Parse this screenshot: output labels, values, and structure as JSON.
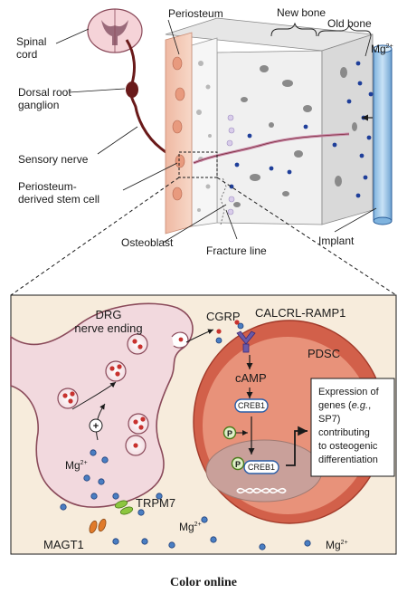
{
  "top_panel": {
    "labels": {
      "spinal_cord_line1": "Spinal",
      "spinal_cord_line2": "cord",
      "periosteum": "Periosteum",
      "new_bone": "New bone",
      "old_bone": "Old bone",
      "mg_ion": "Mg",
      "mg_charge": "2+",
      "drg_line1": "Dorsal root",
      "drg_line2": "ganglion",
      "sensory_nerve": "Sensory nerve",
      "pdsc_line1": "Periosteum-",
      "pdsc_line2": "derived stem cell",
      "osteoblast": "Osteoblast",
      "fracture_line": "Fracture line",
      "implant": "Implant"
    }
  },
  "bottom_panel": {
    "labels": {
      "drg_ending_line1": "DRG",
      "drg_ending_line2": "nerve ending",
      "cgrp": "CGRP",
      "receptor": "CALCRL-RAMP1",
      "pdsc": "PDSC",
      "camp": "cAMP",
      "creb1": "CREB1",
      "creb1_p": "CREB1",
      "phospho": "P",
      "plus": "+",
      "mg_ion": "Mg",
      "mg_charge": "2+",
      "trpm7": "TRPM7",
      "magt1": "MAGT1"
    },
    "expression_box": {
      "line1": "Expression of",
      "line2_a": "genes (",
      "line2_b": "e.g.",
      "line2_c": ",",
      "line3": "SP7)",
      "line4": "contributing",
      "line5": "to osteogenic",
      "line6": "differentiation"
    }
  },
  "caption": "Color online",
  "colors": {
    "panel_bg": "#f7ecdc",
    "drg_fill": "#f2d9de",
    "drg_stroke": "#8a4a5a",
    "pdsc_fill": "#d2604a",
    "pdsc_inner": "#e8927a",
    "nucleus": "#c9a09a",
    "receptor": "#6a5aa8",
    "mg_blue": "#2a5ea8",
    "trpm7": "#8cc63f",
    "magt1": "#e07a2a",
    "creb": "#2a5ea8",
    "phospho": "#5a9a2a",
    "nerve": "#6a1a1a",
    "implant": "#9cc8ec"
  }
}
